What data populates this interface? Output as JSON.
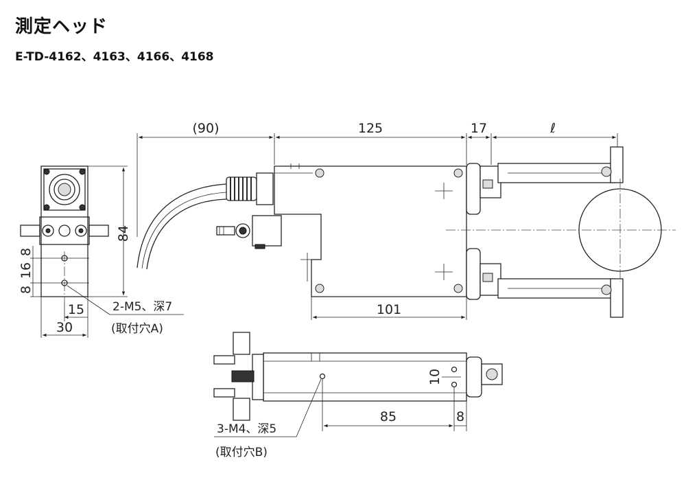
{
  "header": {
    "title": "測定ヘッド",
    "models": "E-TD-4162、4163、4166、4168"
  },
  "dimensions": {
    "cable_length": "(90)",
    "body_length": "125",
    "arm_offset": "17",
    "arm_length": "ℓ",
    "height": "84",
    "hole_pitch_upper": "8",
    "hole_pitch_mid": "16",
    "hole_pitch_lower": "8",
    "hole_offset": "15",
    "width": "30",
    "mount_span": "101",
    "bottom_span": "85",
    "bottom_end": "8",
    "bottom_pitch": "10"
  },
  "notes": {
    "hole_a_spec": "2-M5、深7",
    "hole_a_name": "(取付穴A)",
    "hole_b_spec": "3-M4、深5",
    "hole_b_name": "(取付穴B)"
  }
}
